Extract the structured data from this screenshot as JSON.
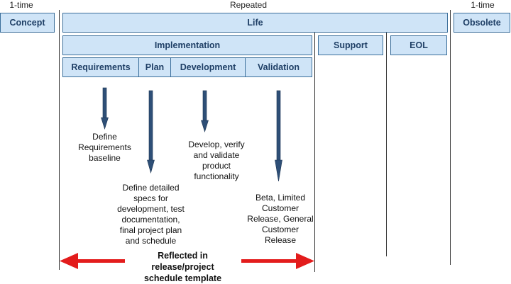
{
  "top_labels": {
    "left": "1-time",
    "center": "Repeated",
    "right": "1-time"
  },
  "boxes": {
    "concept": "Concept",
    "life": "Life",
    "obsolete": "Obsolete",
    "implementation": "Implementation",
    "support": "Support",
    "eol": "EOL",
    "requirements": "Requirements",
    "plan": "Plan",
    "development": "Development",
    "validation": "Validation"
  },
  "descriptions": {
    "requirements": [
      "Define",
      "Requirements",
      "baseline"
    ],
    "plan": [
      "Define detailed",
      "specs for",
      "development, test",
      "documentation,",
      "final project plan",
      "and schedule"
    ],
    "development": [
      "Develop, verify",
      "and validate",
      "product",
      "functionality"
    ],
    "validation": [
      "Beta, Limited",
      "Customer",
      "Release, General",
      "Customer",
      "Release"
    ]
  },
  "footer": [
    "Reflected in",
    "release/project",
    "schedule template"
  ],
  "colors": {
    "box_fill": "#cfe4f7",
    "box_border": "#3a6e9a",
    "box_text": "#1f3f66",
    "arrow_blue": "#2e4f77",
    "arrow_red": "#e31c1c"
  }
}
